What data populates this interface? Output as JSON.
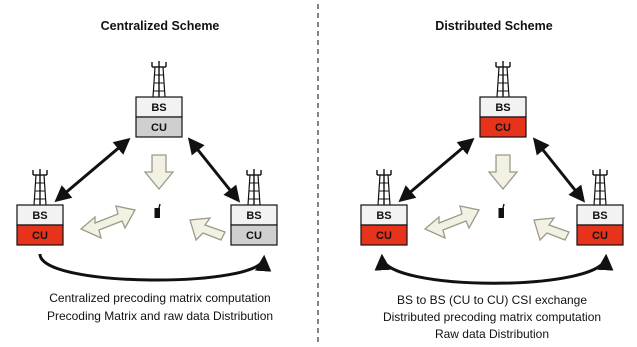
{
  "left_panel": {
    "title": "Centralized Scheme",
    "caption_lines": [
      "Centralized precoding matrix computation",
      "Precoding Matrix  and raw data Distribution"
    ],
    "stations": {
      "top": {
        "bs": "BS",
        "cu": "CU",
        "cu_color": "#cfcfcf"
      },
      "left": {
        "bs": "BS",
        "cu": "CU",
        "cu_color": "#e8331c"
      },
      "right": {
        "bs": "BS",
        "cu": "CU",
        "cu_color": "#cfcfcf"
      }
    }
  },
  "right_panel": {
    "title": "Distributed Scheme",
    "caption_lines": [
      "BS to BS (CU to CU) CSI exchange",
      "Distributed precoding matrix  computation",
      "Raw data Distribution"
    ],
    "stations": {
      "top": {
        "bs": "BS",
        "cu": "CU",
        "cu_color": "#e8331c"
      },
      "left": {
        "bs": "BS",
        "cu": "CU",
        "cu_color": "#e8331c"
      },
      "right": {
        "bs": "BS",
        "cu": "CU",
        "cu_color": "#e8331c"
      }
    }
  },
  "colors": {
    "bs_fill": "#f2f2f2",
    "hollow_arrow_fill": "#f3f1e4",
    "hollow_arrow_stroke": "#9a9a88",
    "line": "#111111"
  }
}
